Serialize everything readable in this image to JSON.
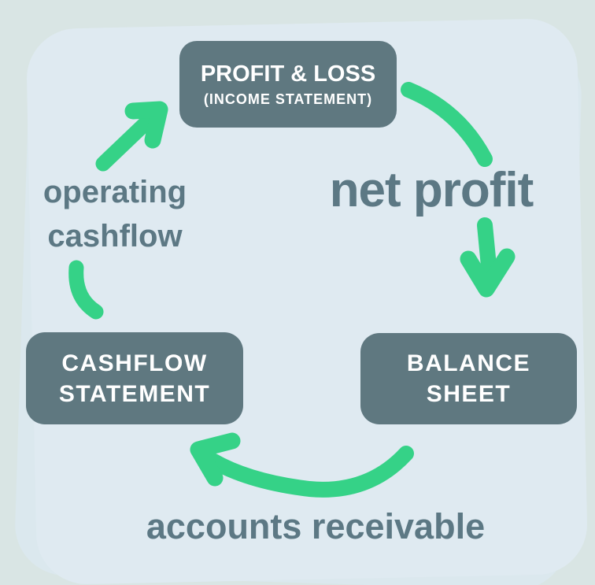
{
  "colors": {
    "background": "#d9e5e4",
    "paper": "#dfeaf1",
    "paper_back": "#dbe8ee",
    "box_fill": "#5f7880",
    "box_text": "#ffffff",
    "label_text": "#5c7884",
    "arrow": "#35d287"
  },
  "boxes": {
    "profit_loss": {
      "line1": "PROFIT & LOSS",
      "line2": "(INCOME STATEMENT)"
    },
    "cashflow": {
      "line1": "CASHFLOW",
      "line2": "STATEMENT"
    },
    "balance": {
      "line1": "BALANCE",
      "line2": "SHEET"
    }
  },
  "arrows": {
    "net_profit": {
      "from": "PROFIT & LOSS (INCOME STATEMENT)",
      "to": "BALANCE SHEET",
      "label": "net profit"
    },
    "accounts_receivable": {
      "from": "BALANCE SHEET",
      "to": "CASHFLOW STATEMENT",
      "label": "accounts receivable"
    },
    "operating_cashflow": {
      "from": "CASHFLOW STATEMENT",
      "to": "PROFIT & LOSS (INCOME STATEMENT)",
      "label": "operating cashflow",
      "label_line1": "operating",
      "label_line2": "cashflow"
    }
  }
}
